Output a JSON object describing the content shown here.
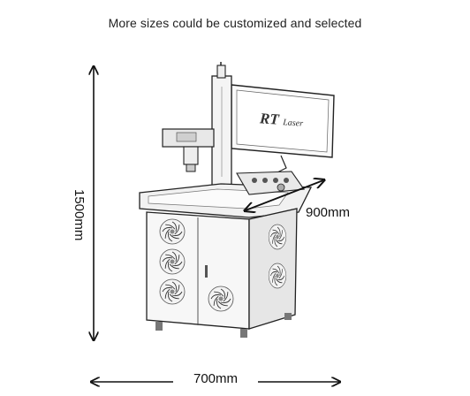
{
  "caption": "More sizes could be customized and selected",
  "dimensions": {
    "width": "700mm",
    "height": "1500mm",
    "depth": "900mm"
  },
  "brand": {
    "mark": "RT",
    "name": "Laser"
  },
  "colors": {
    "line": "#222222",
    "shade": "#d9d9d9",
    "background": "#ffffff"
  }
}
